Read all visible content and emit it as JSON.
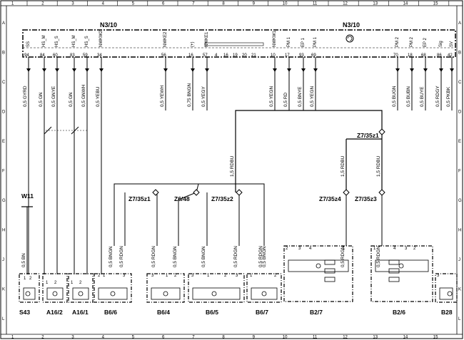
{
  "grid": {
    "columns": [
      "1",
      "2",
      "3",
      "4",
      "5",
      "6",
      "7",
      "8",
      "9",
      "10",
      "11",
      "12",
      "13",
      "14",
      "15"
    ],
    "rows": [
      "A",
      "B",
      "C",
      "D",
      "E",
      "F",
      "G",
      "H",
      "J",
      "K",
      "L"
    ]
  },
  "header": {
    "module_left": "N3/10",
    "module_right": "N3/10"
  },
  "pins": [
    {
      "num": "94",
      "name": "SS"
    },
    {
      "num": "84",
      "name": "HS_M"
    },
    {
      "num": "60",
      "name": "HS_S"
    },
    {
      "num": "83",
      "name": "HS_M"
    },
    {
      "num": "59",
      "name": "HS_S"
    },
    {
      "num": "34",
      "name": "NWKW2"
    },
    {
      "num": "56",
      "name": "NWKE2"
    },
    {
      "num": "16",
      "name": "(+)"
    },
    {
      "num": "57",
      "name": "NWKE1"
    },
    {
      "num": "4",
      "name": ""
    },
    {
      "num": "16",
      "name": ""
    },
    {
      "num": "19",
      "name": ""
    },
    {
      "num": "20",
      "name": ""
    },
    {
      "num": "21",
      "name": ""
    },
    {
      "num": "10",
      "name": "NWKW1"
    },
    {
      "num": "17",
      "name": "PM 1"
    },
    {
      "num": "93",
      "name": "EP 1"
    },
    {
      "num": "69",
      "name": "PM 1"
    },
    {
      "num": "70",
      "name": "PM 2"
    },
    {
      "num": "18",
      "name": "PM 2"
    },
    {
      "num": "68",
      "name": "EP 2"
    },
    {
      "num": "86",
      "name": "Sig"
    },
    {
      "num": "42",
      "name": "SV"
    }
  ],
  "wires": [
    {
      "label": "0,5 GYRD"
    },
    {
      "label": "0,5 GN"
    },
    {
      "label": "0,5 GNYE"
    },
    {
      "label": "0,5 GN"
    },
    {
      "label": "0,5 GNWH"
    },
    {
      "label": "0,5 YEBU"
    },
    {
      "label": "0,5 YEWH"
    },
    {
      "label": "0,75 BNGN"
    },
    {
      "label": "0,5 YEGY"
    },
    {
      "label": "0,5 YEGN"
    },
    {
      "label": "0,5 RD"
    },
    {
      "label": "0,5 BNYE"
    },
    {
      "label": "0,5 YEGN"
    },
    {
      "label": "0,5 BUGN"
    },
    {
      "label": "0,5 BUBN"
    },
    {
      "label": "0,5 BUYE"
    },
    {
      "label": "0,5 RDGY"
    },
    {
      "label": "0,5 PKBK"
    }
  ],
  "lower_wires": [
    {
      "label": "0,5 BN"
    },
    {
      "label": "0,5 BNGN"
    },
    {
      "label": "0,5 RDGN"
    },
    {
      "label": "0,5 RDGN"
    },
    {
      "label": "0,5 BNGN"
    },
    {
      "label": "0,5 BNGN"
    },
    {
      "label": "0,5 RDGN"
    },
    {
      "label": "0,5 RDGN"
    },
    {
      "label": "0,5 BNGN"
    },
    {
      "label": "0,5 RDGN"
    },
    {
      "label": "0,5 RDGN"
    }
  ],
  "power_wires": [
    {
      "label": "1,5 RDBU"
    },
    {
      "label": "1,5 RDBU"
    },
    {
      "label": "1,5 RDBU"
    }
  ],
  "splices": [
    {
      "label": "Z7/35z1"
    },
    {
      "label": "Z6/48"
    },
    {
      "label": "Z7/35z2"
    },
    {
      "label": "Z7/35z1"
    },
    {
      "label": "Z7/35z4"
    },
    {
      "label": "Z7/35z3"
    }
  ],
  "ground": {
    "label": "W11"
  },
  "components": [
    {
      "label": "S43"
    },
    {
      "label": "A16/2"
    },
    {
      "label": "A16/1"
    },
    {
      "label": "B6/6"
    },
    {
      "label": "B6/4"
    },
    {
      "label": "B6/5"
    },
    {
      "label": "B6/7"
    },
    {
      "label": "B2/7"
    },
    {
      "label": "B2/6"
    },
    {
      "label": "B28"
    }
  ],
  "connector_pins": [
    {
      "text": "1"
    },
    {
      "text": "2"
    },
    {
      "text": "1"
    },
    {
      "text": "2"
    },
    {
      "text": "1"
    },
    {
      "text": "2"
    },
    {
      "text": "2"
    },
    {
      "text": "1"
    },
    {
      "text": "3"
    },
    {
      "text": "3"
    },
    {
      "text": "1"
    },
    {
      "text": "2"
    },
    {
      "text": "3"
    },
    {
      "text": "1"
    },
    {
      "text": "2"
    },
    {
      "text": "3"
    },
    {
      "text": "1"
    },
    {
      "text": "2"
    },
    {
      "text": "2"
    },
    {
      "text": "3"
    },
    {
      "text": "4"
    },
    {
      "text": "1"
    },
    {
      "text": "1"
    },
    {
      "text": "4"
    },
    {
      "text": "3"
    },
    {
      "text": "2"
    },
    {
      "text": "3"
    }
  ]
}
